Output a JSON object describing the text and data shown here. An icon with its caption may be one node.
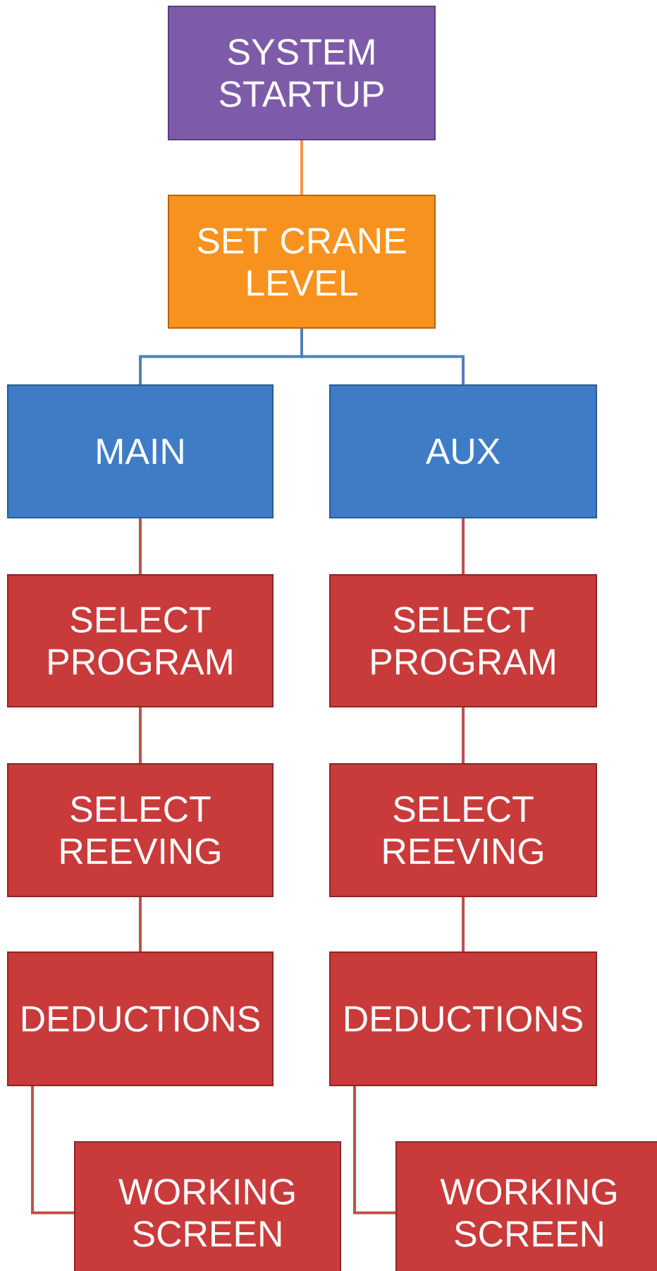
{
  "diagram": {
    "nodes": [
      {
        "text": [
          "SYSTEM STARTUP"
        ]
      },
      {
        "text": [
          "SET CRANE LEVEL"
        ]
      },
      {
        "text": [
          "MAIN"
        ]
      },
      {
        "text": [
          "AUX"
        ]
      },
      {
        "text": [
          "SELECT PROGRAM"
        ]
      },
      {
        "text": [
          "SELECT REEVING"
        ]
      },
      {
        "text": [
          "DEDUCTIONS"
        ]
      },
      {
        "text": [
          "WORKING SCREEN"
        ]
      },
      {
        "text": [
          "SELECT PROGRAM"
        ]
      },
      {
        "text": [
          "SELECT REEVING"
        ]
      },
      {
        "text": [
          "DEDUCTIONS"
        ]
      },
      {
        "text": [
          "WORKING SCREEN"
        ]
      }
    ],
    "edges": [
      {
        "from": 0,
        "to": 1,
        "arrow": "none",
        "color": "#f79646"
      },
      {
        "from": 1,
        "to": 2,
        "arrow": "none",
        "color": "#4f81bd"
      },
      {
        "from": 1,
        "to": 3,
        "arrow": "none",
        "color": "#4f81bd"
      },
      {
        "from": 2,
        "to": 4,
        "arrow": "none"
      },
      {
        "from": 4,
        "to": 5,
        "arrow": "none"
      },
      {
        "from": 5,
        "to": 6,
        "arrow": "none"
      },
      {
        "from": 6,
        "to": 7,
        "arrow": "none"
      },
      {
        "from": 3,
        "to": 8,
        "arrow": "none"
      },
      {
        "from": 8,
        "to": 9,
        "arrow": "none"
      },
      {
        "from": 9,
        "to": 10,
        "arrow": "none"
      },
      {
        "from": 10,
        "to": 11,
        "arrow": "none"
      }
    ]
  }
}
